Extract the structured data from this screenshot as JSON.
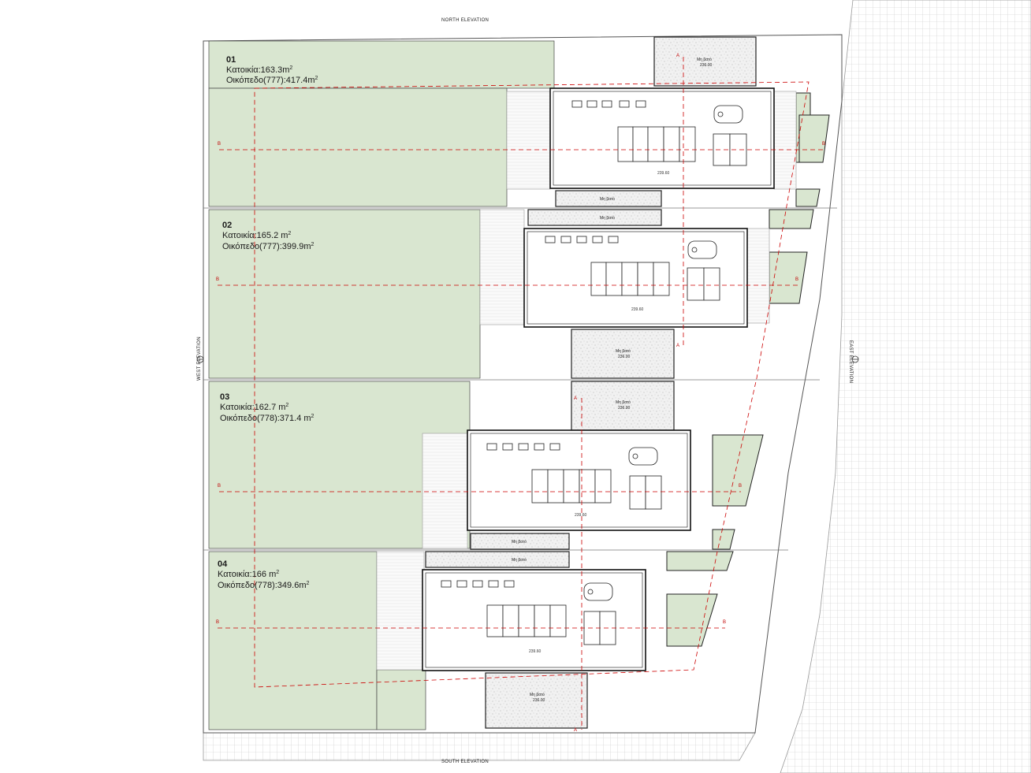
{
  "elevations": {
    "north": "NORTH ELEVATION",
    "south": "SOUTH ELEVATION",
    "west": "WEST ELEVATION",
    "east": "EAST ELEVATION"
  },
  "section_marks": {
    "a": "A",
    "b": "B"
  },
  "plots": [
    {
      "id": "01",
      "house": "Κατοικία:163.3m",
      "house_sup": "2",
      "land": "Οικόπεδο(777):417.4m",
      "land_sup": "2"
    },
    {
      "id": "02",
      "house": "Κατοικία:165.2 m",
      "house_sup": "2",
      "land": "Οικόπεδο(777):399.9m",
      "land_sup": "2"
    },
    {
      "id": "03",
      "house": "Κατοικία:162.7 m",
      "house_sup": "2",
      "land": "Οικόπεδο(778):371.4 m",
      "land_sup": "2"
    },
    {
      "id": "04",
      "house": "Κατοικία:166 m",
      "house_sup": "2",
      "land": "Οικόπεδο(778):349.6m",
      "land_sup": "2"
    }
  ],
  "roof_levels": [
    "239.60",
    "239.60",
    "239.60",
    "239.60"
  ],
  "non_walkable_label": "Μη βατό",
  "ground_level": "236.00",
  "colors": {
    "garden": "#d9e6d0",
    "section_line": "#cc0000",
    "outline": "#111111"
  }
}
